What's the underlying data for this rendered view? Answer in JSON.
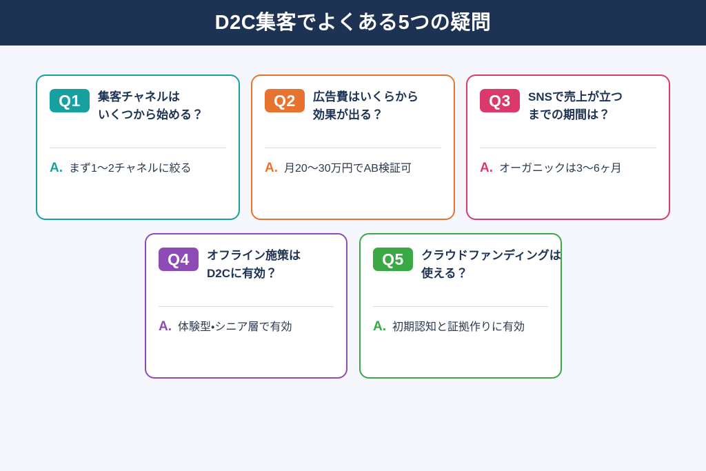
{
  "header": {
    "title": "D2C集客でよくある5つの疑問",
    "background_color": "#1e3354",
    "text_color": "#ffffff"
  },
  "page": {
    "background_color": "#f5f7fc"
  },
  "cards": [
    {
      "badge": "Q1",
      "question": "集客チャネルは\nいくつから始める？",
      "question_line1": "集客チャネルは",
      "question_line2": "いくつから始める？",
      "answer_label": "A.",
      "answer": "まず1〜2チャネルに絞る",
      "accent_color": "#17a0a0"
    },
    {
      "badge": "Q2",
      "question": "広告費はいくらから\n効果が出る？",
      "question_line1": "広告費はいくらから",
      "question_line2": "効果が出る？",
      "answer_label": "A.",
      "answer": "月20〜30万円でAB検証可",
      "accent_color": "#e8732e"
    },
    {
      "badge": "Q3",
      "question": "SNSで売上が立つ\nまでの期間は？",
      "question_line1": "SNSで売上が立つ",
      "question_line2": "までの期間は？",
      "answer_label": "A.",
      "answer": "オーガニックは3〜6ヶ月",
      "accent_color": "#d93a6b"
    },
    {
      "badge": "Q4",
      "question": "オフライン施策は\nD2Cに有効？",
      "question_line1": "オフライン施策は",
      "question_line2": "D2Cに有効？",
      "answer_label": "A.",
      "answer": "体験型・シニア層で有効",
      "accent_color": "#8e4bb5"
    },
    {
      "badge": "Q5",
      "question": "クラウドファンディングは\n使える？",
      "question_line1": "クラウドファンディングは",
      "question_line2": "使える？",
      "answer_label": "A.",
      "answer": "初期認知と証拠作りに有効",
      "accent_color": "#3aa845"
    }
  ]
}
